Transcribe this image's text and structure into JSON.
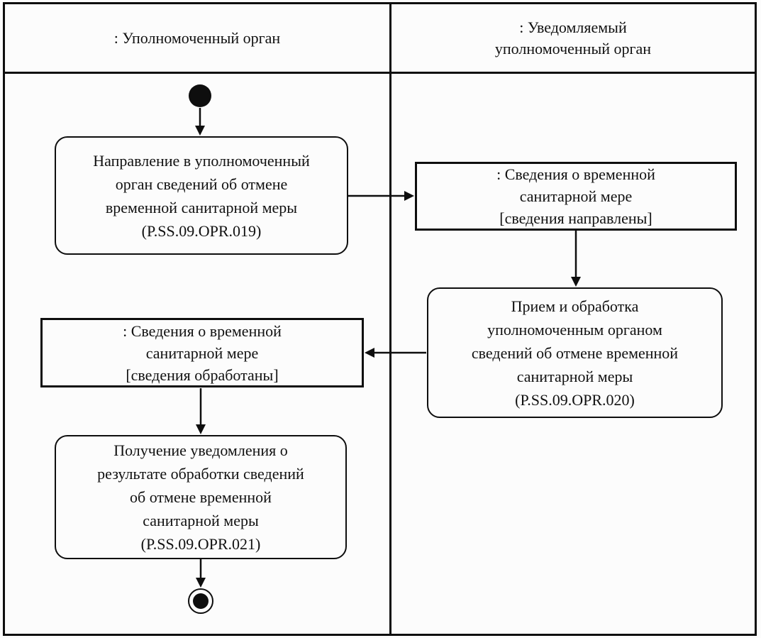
{
  "diagram": {
    "kind": "uml-activity-swimlane",
    "lanes": [
      {
        "id": "authorized-body",
        "title": ": Уполномоченный орган"
      },
      {
        "id": "notified-authorized-body",
        "title": ": Уведомляемый\nуполномоченный орган"
      }
    ],
    "nodes": {
      "start": {
        "type": "initial",
        "lane": "authorized-body"
      },
      "activity_019": {
        "type": "action",
        "lane": "authorized-body",
        "label": "Направление в уполномоченный\nорган сведений об отмене\nвременной санитарной меры\n(P.SS.09.OPR.019)"
      },
      "object_sent": {
        "type": "object",
        "lane": "notified-authorized-body",
        "label": ": Сведения о временной\nсанитарной мере\n[сведения направлены]"
      },
      "activity_020": {
        "type": "action",
        "lane": "notified-authorized-body",
        "label": "Прием и обработка\nуполномоченным органом\nсведений об отмене временной\nсанитарной меры\n(P.SS.09.OPR.020)"
      },
      "object_processed": {
        "type": "object",
        "lane": "authorized-body",
        "label": ": Сведения о временной\nсанитарной мере\n[сведения обработаны]"
      },
      "activity_021": {
        "type": "action",
        "lane": "authorized-body",
        "label": "Получение уведомления о\nрезультате обработки сведений\nоб отмене временной\nсанитарной меры\n(P.SS.09.OPR.021)"
      },
      "final": {
        "type": "final",
        "lane": "authorized-body"
      }
    },
    "flows": [
      {
        "from": "start",
        "to": "activity_019"
      },
      {
        "from": "activity_019",
        "to": "object_sent"
      },
      {
        "from": "object_sent",
        "to": "activity_020"
      },
      {
        "from": "activity_020",
        "to": "object_processed"
      },
      {
        "from": "object_processed",
        "to": "activity_021"
      },
      {
        "from": "activity_021",
        "to": "final"
      }
    ],
    "colors": {
      "line": "#0e0e0e",
      "background": "#fcfcfc",
      "text": "#111111"
    }
  }
}
